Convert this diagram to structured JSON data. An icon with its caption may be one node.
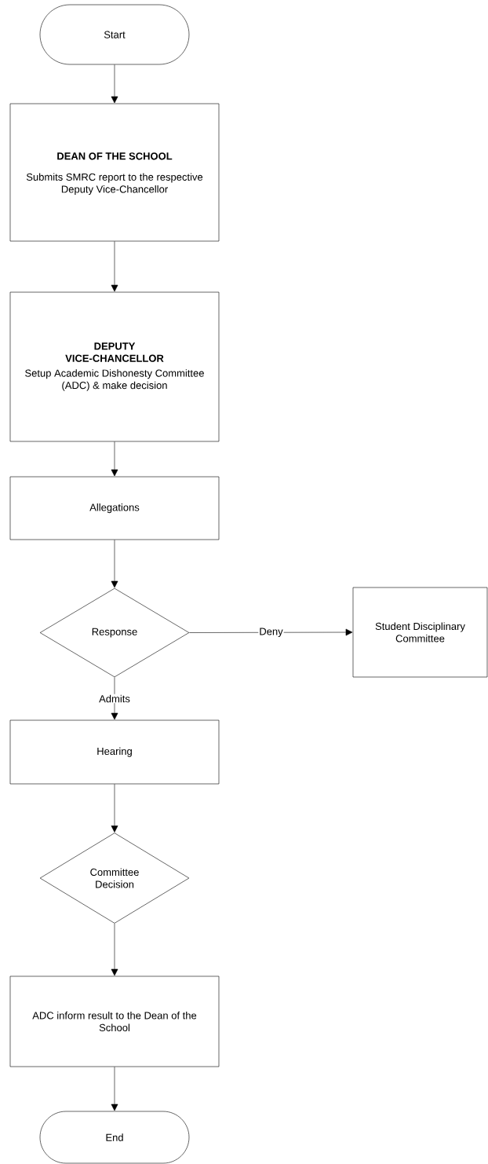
{
  "diagram": {
    "nodes": [
      {
        "text": [
          "Start"
        ]
      },
      {
        "text": [
          "DEAN OF THE SCHOOL",
          "Submits SMRC report to the respective Deputy Vice-Chancellor"
        ]
      },
      {
        "text": [
          "DEPUTY VICE-CHANCELLOR",
          "Setup Academic Dishonesty Committee (ADC) & make decision"
        ]
      },
      {
        "text": [
          "Allegations"
        ]
      },
      {
        "text": [
          "Response"
        ]
      },
      {
        "text": [
          "Student Disciplinary Committee"
        ]
      },
      {
        "text": [
          "Hearing"
        ]
      },
      {
        "text": [
          "Committee Decision"
        ]
      },
      {
        "text": [
          "ADC inform result to the Dean of the School"
        ]
      },
      {
        "text": [
          "End"
        ]
      }
    ],
    "edges": [
      {
        "from": 0,
        "to": 1,
        "arrow": "to"
      },
      {
        "from": 1,
        "to": 2,
        "arrow": "to"
      },
      {
        "from": 2,
        "to": 3,
        "arrow": "to"
      },
      {
        "from": 3,
        "to": 4,
        "arrow": "to"
      },
      {
        "from": 4,
        "to": 5,
        "arrow": "to",
        "label": "Deny"
      },
      {
        "from": 4,
        "to": 6,
        "arrow": "to",
        "label": "Admits"
      },
      {
        "from": 6,
        "to": 7,
        "arrow": "to"
      },
      {
        "from": 7,
        "to": 8,
        "arrow": "to"
      },
      {
        "from": 8,
        "to": 9,
        "arrow": "to"
      }
    ]
  }
}
